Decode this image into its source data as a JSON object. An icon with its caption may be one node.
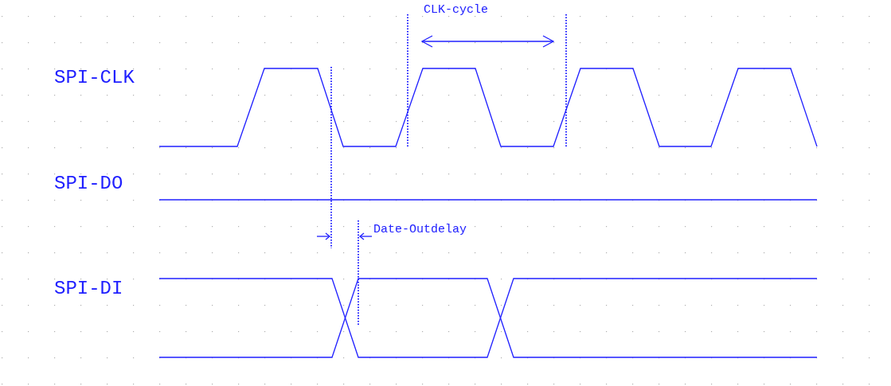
{
  "diagram": {
    "labels": [
      "SPI-CLK",
      "SPI-DO",
      "SPI-DI",
      "CLK-cycle",
      "Date-Outdelay"
    ]
  }
}
